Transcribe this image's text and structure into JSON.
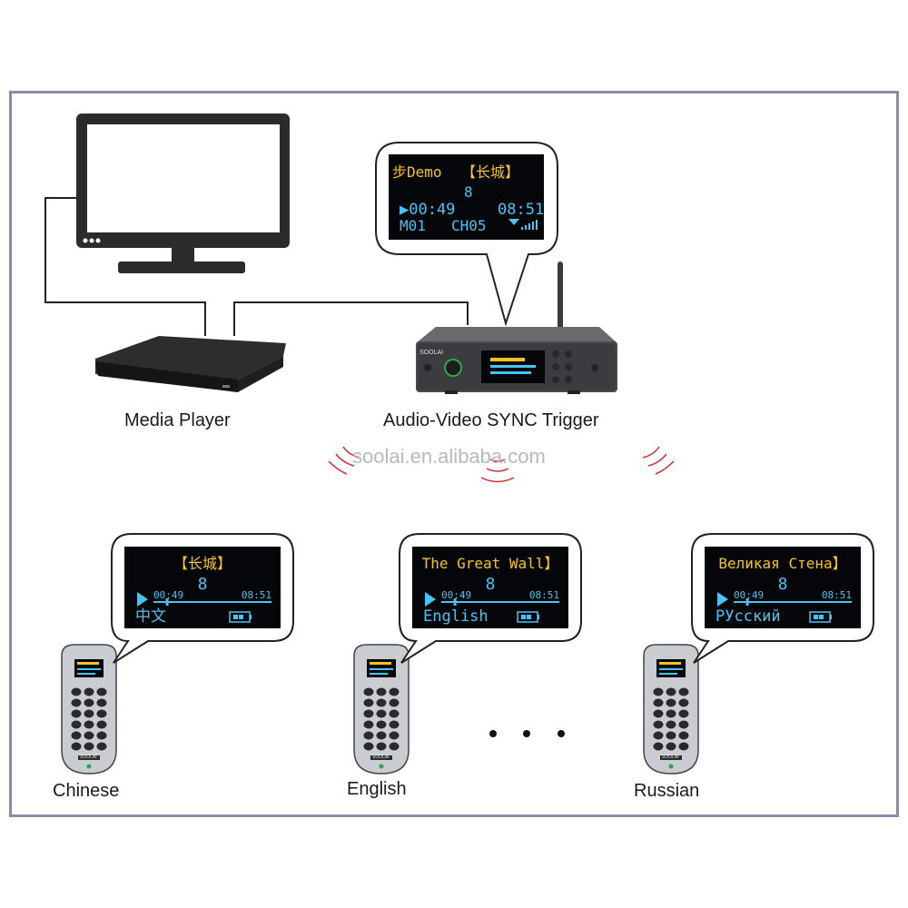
{
  "frame_border_color": "#8e8aa6",
  "labels": {
    "media_player": "Media Player",
    "trigger": "Audio-Video SYNC Trigger",
    "watermark": "soolai.en.alibaba.com",
    "chinese": "Chinese",
    "english": "English",
    "russian": "Russian"
  },
  "trigger_screen": {
    "title_left": "步Demo",
    "title_right": "【长城】",
    "track": "8",
    "elapsed": "▶00:49",
    "total": "08:51",
    "mode": "M01",
    "channel": "CH05",
    "signal_icon": "signal-strength-icon"
  },
  "receivers": [
    {
      "title": "【长城】",
      "track": "8",
      "elapsed": "00:49",
      "total": "08:51",
      "language": "中文",
      "progress": 0.12
    },
    {
      "title": "The Great Wall】",
      "track": "8",
      "elapsed": "00:49",
      "total": "08:51",
      "language": "English",
      "progress": 0.12
    },
    {
      "title": "Великая Стена】",
      "track": "8",
      "elapsed": "00:49",
      "total": "08:51",
      "language": "РУсский",
      "progress": 0.12
    }
  ],
  "device_brand": "SOOLAI",
  "colors": {
    "oled_yellow": "#f7c321",
    "oled_cyan": "#49c4f2",
    "oled_bg": "#05060a",
    "wave_red": "#d62b2b"
  }
}
